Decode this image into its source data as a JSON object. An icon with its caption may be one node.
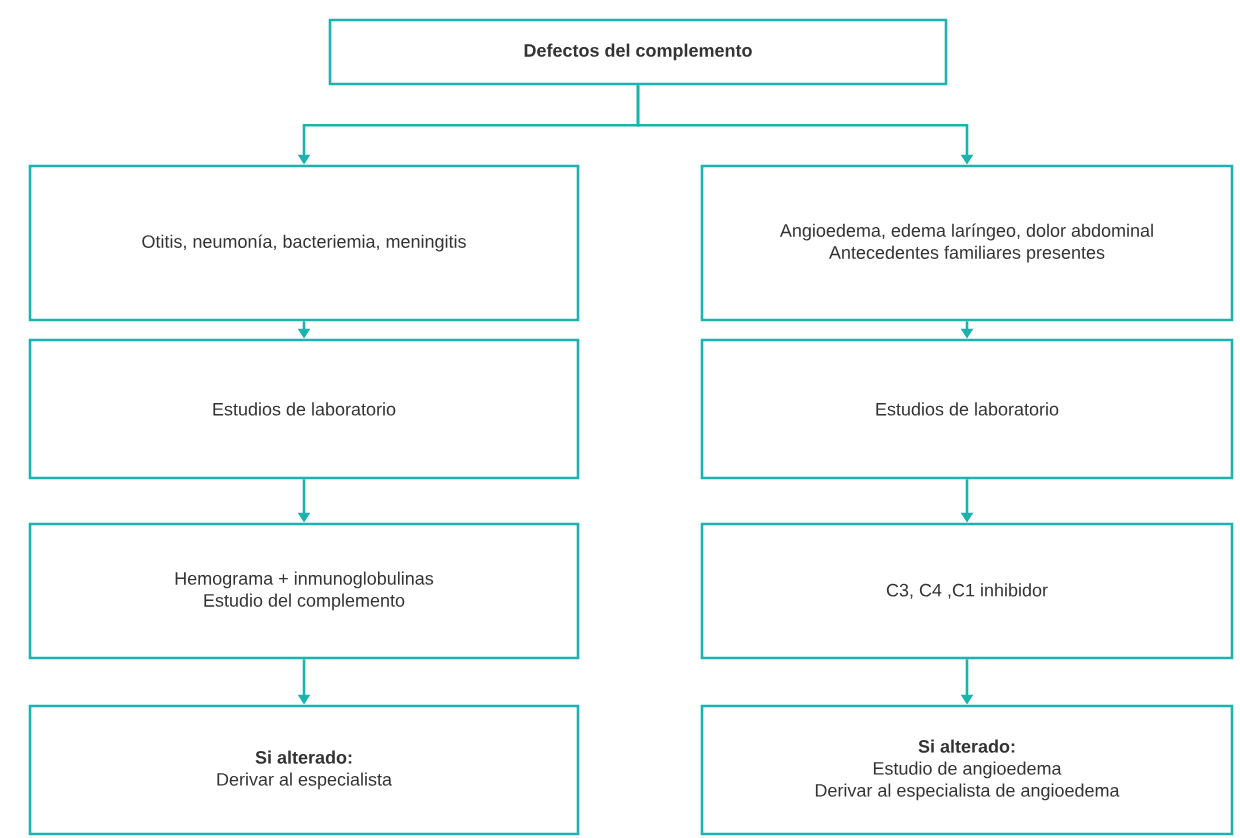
{
  "diagram": {
    "nodes": [
      {
        "text": [
          "Defectos del complemento"
        ]
      },
      {
        "text": [
          "Otitis, neumonía, bacteriemia, meningitis"
        ]
      },
      {
        "text": [
          "Angioedema, edema laríngeo, dolor abdominal",
          "Antecedentes familiares presentes"
        ]
      },
      {
        "text": [
          "Estudios de laboratorio"
        ]
      },
      {
        "text": [
          "Estudios de laboratorio"
        ]
      },
      {
        "text": [
          "Hemograma + inmunoglobulinas",
          "Estudio del complemento"
        ]
      },
      {
        "text": [
          "C3, C4 ,C1 inhibidor"
        ]
      },
      {
        "text": [
          "Si alterado:",
          "Derivar al especialista"
        ]
      },
      {
        "text": [
          "Si alterado:",
          "Estudio de angioedema",
          "Derivar al especialista de angioedema"
        ]
      }
    ],
    "edges": [
      {
        "from": 0,
        "to": 1,
        "arrow": "to"
      },
      {
        "from": 0,
        "to": 2,
        "arrow": "to"
      },
      {
        "from": 1,
        "to": 3,
        "arrow": "to"
      },
      {
        "from": 3,
        "to": 5,
        "arrow": "to"
      },
      {
        "from": 5,
        "to": 7,
        "arrow": "to"
      },
      {
        "from": 2,
        "to": 4,
        "arrow": "to"
      },
      {
        "from": 4,
        "to": 6,
        "arrow": "to"
      },
      {
        "from": 6,
        "to": 8,
        "arrow": "to"
      }
    ]
  }
}
